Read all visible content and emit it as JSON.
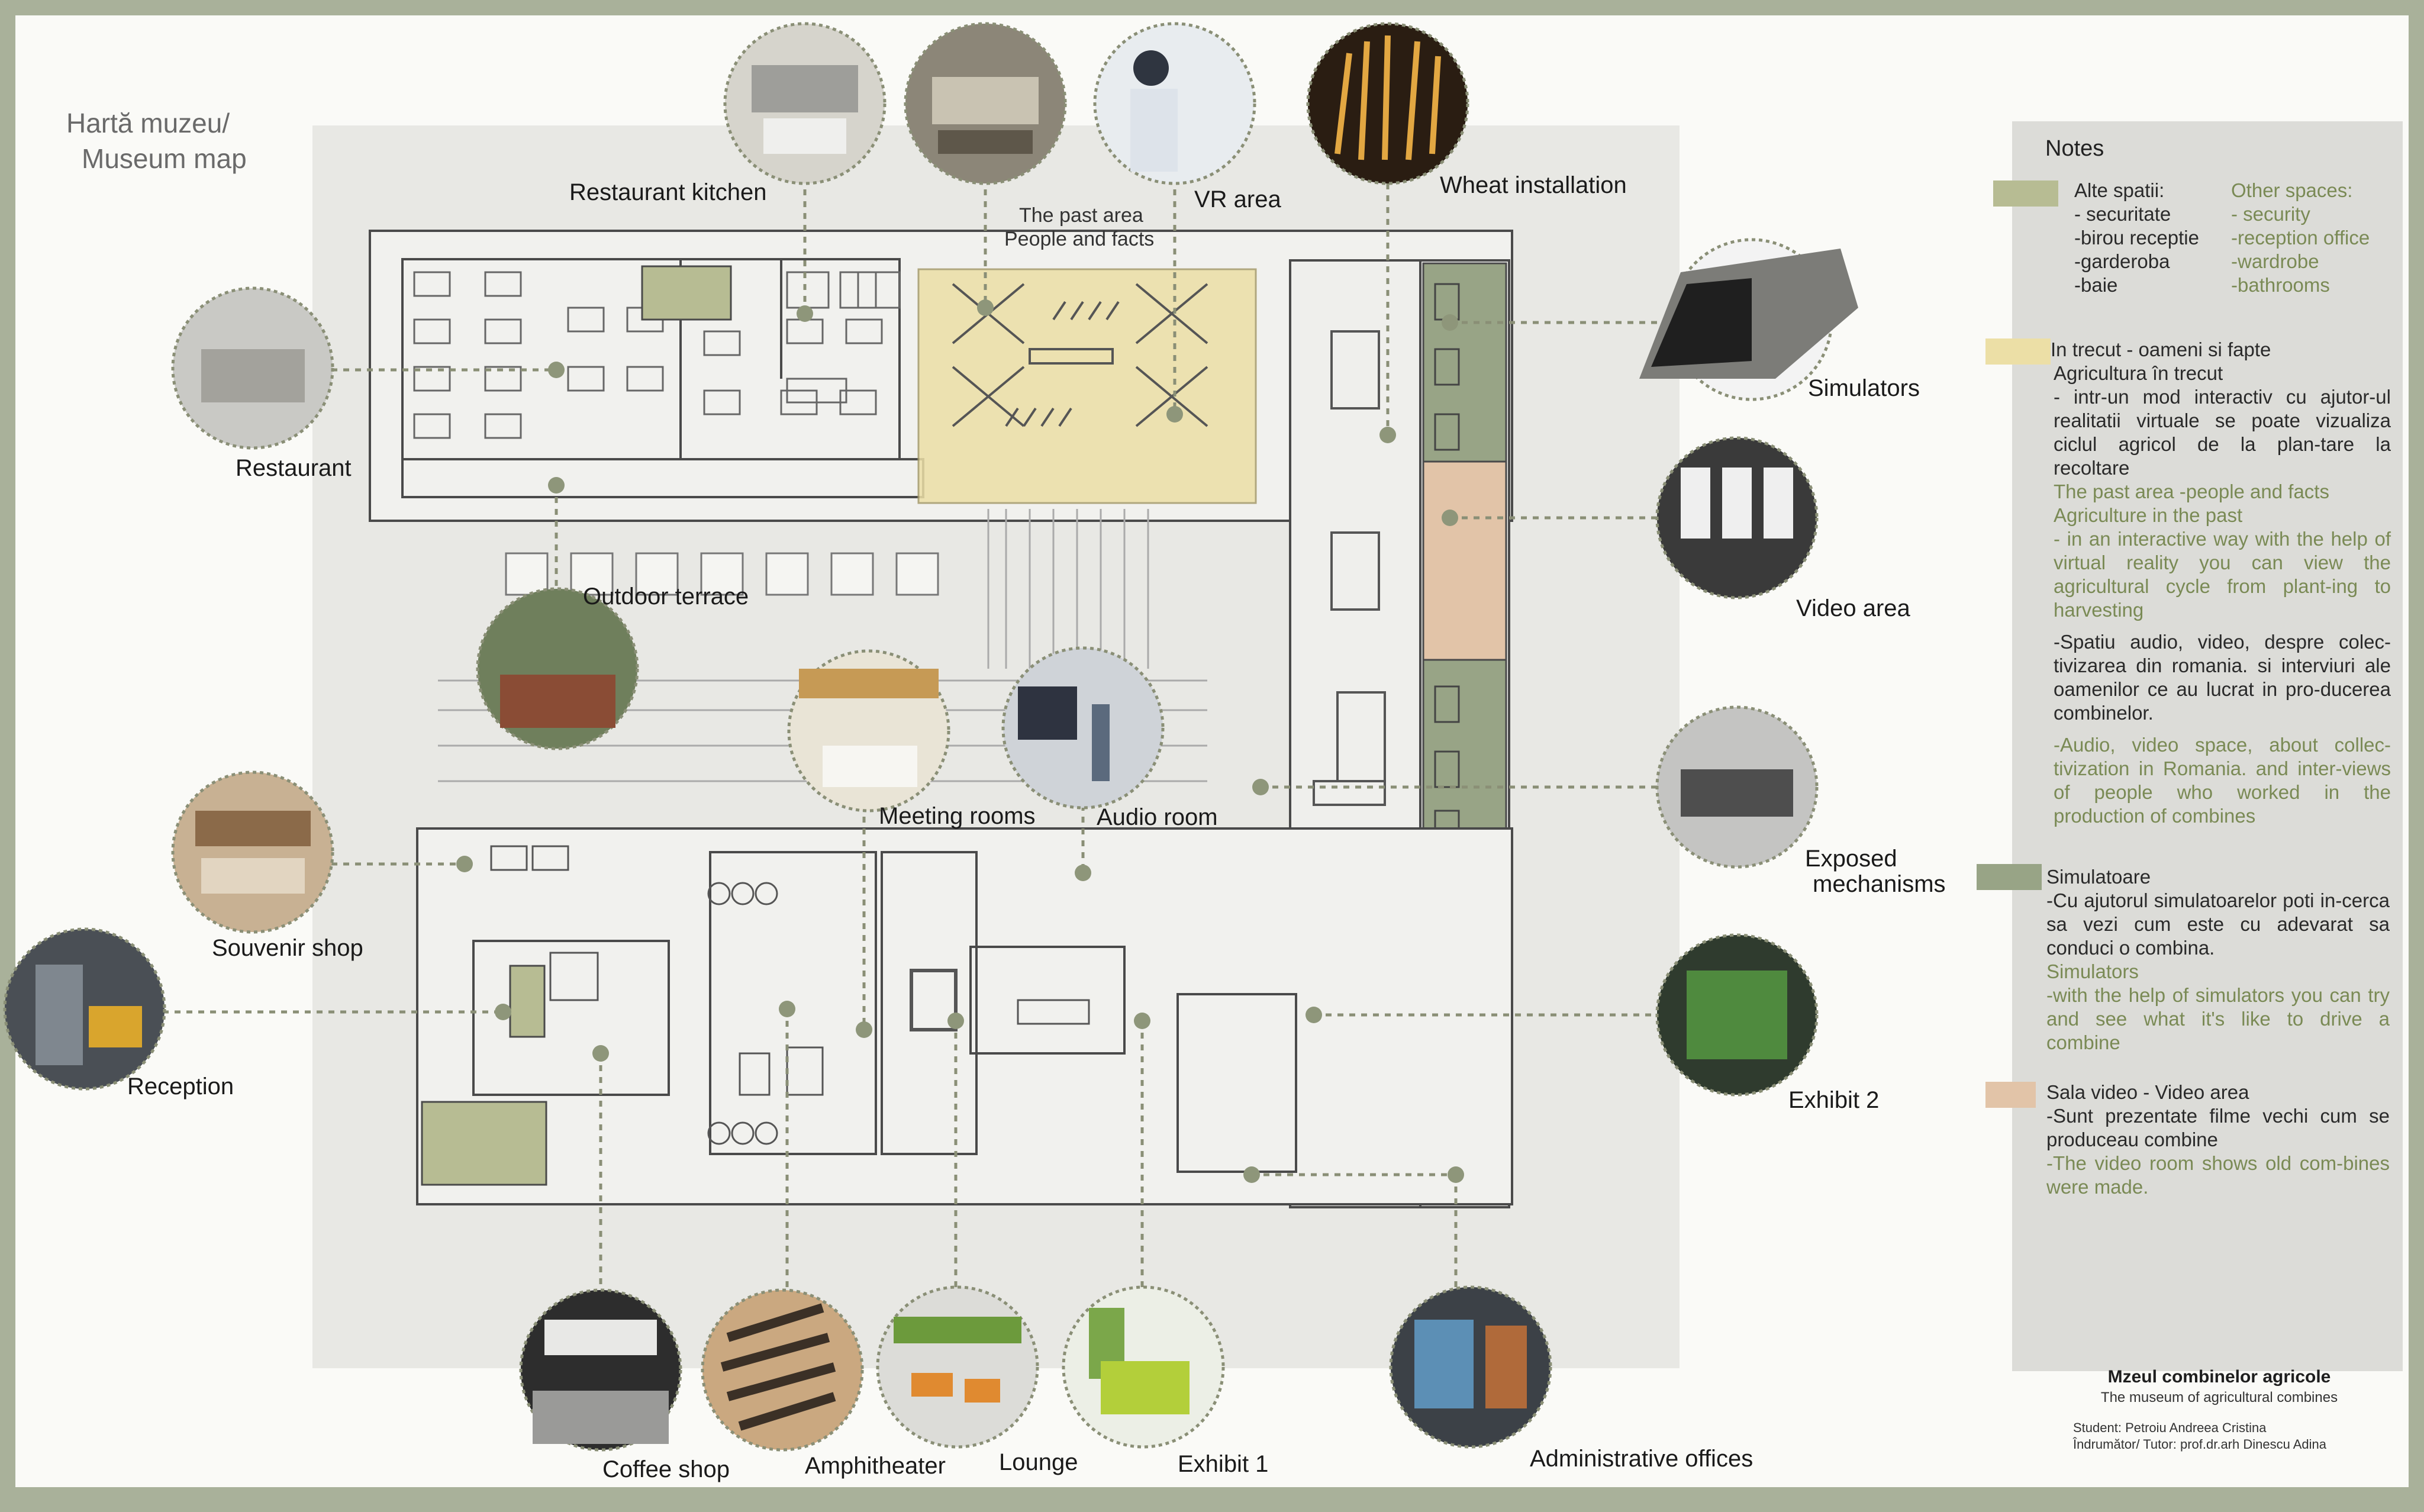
{
  "map_title": {
    "line1": "Hartă muzeu/",
    "line2": "Museum map"
  },
  "plan_labels": {
    "past_area_1": "The past area",
    "past_area_2": "People and facts"
  },
  "callouts": {
    "restaurant_kitchen": "Restaurant kitchen",
    "vr_area": "VR area",
    "wheat_installation": "Wheat installation",
    "restaurant": "Restaurant",
    "outdoor_terrace": "Outdoor terrace",
    "meeting_rooms": "Meeting rooms",
    "audio_room": "Audio room",
    "souvenir_shop": "Souvenir shop",
    "reception": "Reception",
    "simulators": "Simulators",
    "video_area": "Video area",
    "exposed_mechanisms_1": "Exposed",
    "exposed_mechanisms_2": "mechanisms",
    "exhibit_2": "Exhibit 2",
    "coffee_shop": "Coffee shop",
    "amphitheater": "Amphitheater",
    "lounge": "Lounge",
    "exhibit_1": "Exhibit 1",
    "administrative_offices": "Administrative offices"
  },
  "notes": {
    "heading": "Notes",
    "other_spaces": {
      "ro": [
        "Alte spatii:",
        "- securitate",
        "-birou receptie",
        "-garderoba",
        "-baie"
      ],
      "en": [
        "Other spaces:",
        "- security",
        "-reception office",
        "-wardrobe",
        "-bathrooms"
      ]
    },
    "past": {
      "ro_title": "In trecut - oameni si fapte",
      "ro_sub": "Agricultura în trecut",
      "ro_body": "- intr-un mod interactiv cu ajutor-ul realitatii virtuale se poate vizualiza ciclul agricol de la plan-tare la recoltare",
      "en_title": "The past area -people and facts",
      "en_sub": "Agriculture in the past",
      "en_body": "- in an interactive way with the help of virtual reality you can view the agricultural cycle from plant-ing to harvesting",
      "ro_audio": "-Spatiu audio, video, despre colec-tivizarea din romania. si interviuri ale oamenilor ce au lucrat in pro-ducerea combinelor.",
      "en_audio": "-Audio, video space, about collec-tivization in Romania. and inter-views of people who worked in the production of combines"
    },
    "simulators": {
      "ro_title": "Simulatoare",
      "ro_body": "-Cu ajutorul simulatoarelor poti in-cerca sa vezi cum este cu adevarat sa conduci o combina.",
      "en_title": "Simulators",
      "en_body": "-with the help of simulators you can try and see what it's like to drive a combine"
    },
    "video": {
      "title": "Sala video - Video area",
      "ro_body": "-Sunt prezentate filme vechi cum se produceau combine",
      "en_body": "-The video room shows old com-bines were made."
    }
  },
  "title_block": {
    "title": "Mzeul combinelor agricole",
    "subtitle": "The museum of agricultural combines",
    "student": "Student: Petroiu Andreea Cristina",
    "tutor": "Îndrumător/ Tutor: prof.dr.arh Dinescu Adina"
  },
  "colors": {
    "frame": "#a9b19a",
    "swatch_other": "#b7bc93",
    "swatch_past": "#ecdfa6",
    "swatch_simulators": "#98a486",
    "swatch_video": "#e2c4a8",
    "note_green": "#7a8a55"
  }
}
